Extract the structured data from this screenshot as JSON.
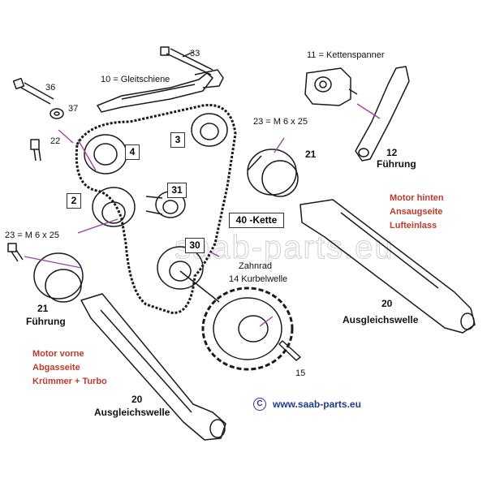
{
  "parts": {
    "gleitschiene": "10 = Gleitschiene",
    "kettenspanner": "11 = Kettenspanner",
    "fuehrung_label": "Führung",
    "fuehrung_num": "12",
    "n33": "33",
    "n36": "36",
    "n37": "37",
    "n22": "22",
    "n4": "4",
    "n3": "3",
    "n2": "2",
    "n31": "31",
    "n30": "30",
    "n40": "40 -Kette",
    "m6_right": "23 = M 6 x 25",
    "m6_left": "23 = M 6 x 25",
    "n21_right": "21",
    "n21_left": "21",
    "fuehrung_left": "Führung",
    "zahnrad": "Zahnrad",
    "kurbelwelle": "14  Kurbelwelle",
    "n15": "15",
    "n20_right": "20",
    "ausgleich_right": "Ausgleichswelle",
    "n20_left": "20",
    "ausgleich_left": "Ausgleichswelle"
  },
  "notes": {
    "hinten_1": "Motor hinten",
    "hinten_2": "Ansaugseite",
    "hinten_3": "Lufteinlass",
    "vorne_1": "Motor vorne",
    "vorne_2": "Abgasseite",
    "vorne_3": "Krümmer + Turbo"
  },
  "watermark": "saab-parts.eu",
  "copyright": {
    "symbol": "C",
    "url": "www.saab-parts.eu"
  },
  "colors": {
    "ink": "#1a1a1a",
    "note_red": "#c0392b",
    "leader_purple": "#a040a0",
    "copyright_blue": "#1f3c8c"
  }
}
